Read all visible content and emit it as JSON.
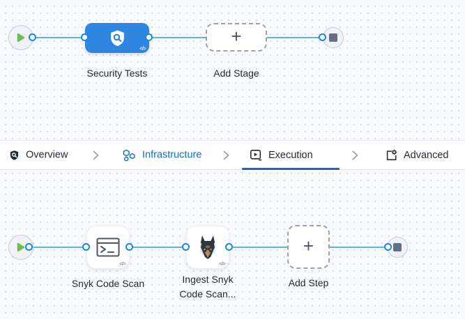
{
  "stage_pipeline": {
    "stage": {
      "label": "Security Tests"
    },
    "add_stage": {
      "label": "Add Stage"
    }
  },
  "tab_bar": {
    "tabs": [
      {
        "label": "Overview",
        "icon": "shield-scan-icon",
        "state": "default"
      },
      {
        "label": "Infrastructure",
        "icon": "infrastructure-hexagons-icon",
        "state": "visited-blue"
      },
      {
        "label": "Execution",
        "icon": "execution-play-icon",
        "state": "active"
      },
      {
        "label": "Advanced",
        "icon": "advanced-gear-icon",
        "state": "default"
      }
    ]
  },
  "step_pipeline": {
    "steps": [
      {
        "label": "Snyk Code Scan",
        "icon": "terminal-icon"
      },
      {
        "label": "Ingest Snyk Code Scan...",
        "icon": "snyk-dog-icon"
      }
    ],
    "add_step": {
      "label": "Add Step"
    }
  },
  "glyphs": {
    "plus": "+",
    "code": "</>"
  },
  "colors": {
    "node_blue": "#2e86e0",
    "edge_blue": "#5cb5e8",
    "port_ring_blue": "#1a87de",
    "active_tab_underline": "#2065c8",
    "link_blue": "#0a6fd6",
    "play_green": "#6fbe50",
    "stop_gray": "#667085",
    "canvas_bg": "#f9fafd"
  }
}
